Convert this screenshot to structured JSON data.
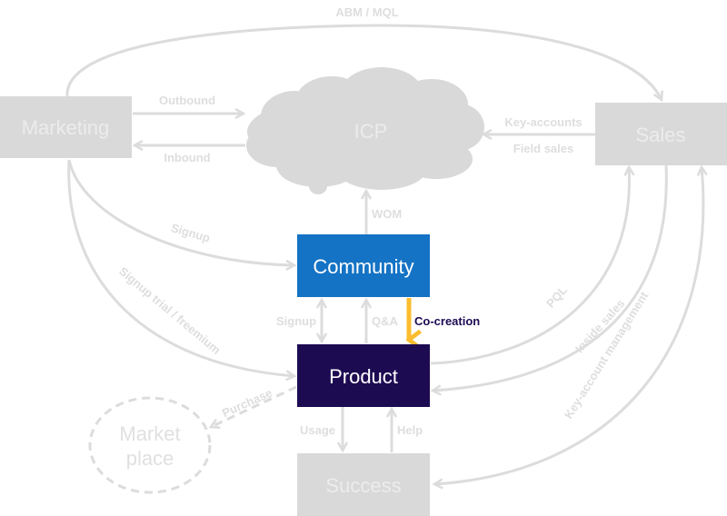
{
  "colors": {
    "gray_node": "#d9d9d9",
    "community": "#1473c5",
    "product": "#1d0b52",
    "cocreation_arrow": "#fbbd2e",
    "cocreation_label": "#1d0b52",
    "edge": "#dcdcdc"
  },
  "nodes": {
    "marketing": "Marketing",
    "icp": "ICP",
    "sales": "Sales",
    "community": "Community",
    "product": "Product",
    "success": "Success",
    "marketplace_line1": "Market",
    "marketplace_line2": "place"
  },
  "edges": {
    "abm_mql": "ABM / MQL",
    "outbound": "Outbound",
    "inbound": "Inbound",
    "key_accounts": "Key-accounts",
    "field_sales": "Field sales",
    "wom": "WOM",
    "signup_marketing": "Signup",
    "signup_trial": "Signup trial / freemium",
    "signup_community": "Signup",
    "qa": "Q&A",
    "cocreation": "Co-creation",
    "pql": "PQL",
    "inside_sales": "Inside sales",
    "key_account_management": "Key-account management",
    "purchase": "Purchase",
    "usage": "Usage",
    "help": "Help"
  }
}
